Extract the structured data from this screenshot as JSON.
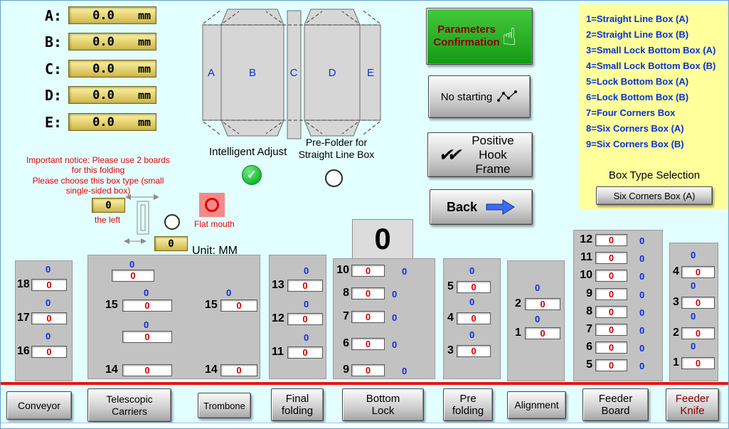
{
  "icons": {
    "check": "✓",
    "double_check": "✔✔",
    "hand": "☝"
  },
  "dimensions": {
    "rows": [
      {
        "label": "A:",
        "value": "0.0",
        "unit": "mm"
      },
      {
        "label": "B:",
        "value": "0.0",
        "unit": "mm"
      },
      {
        "label": "C:",
        "value": "0.0",
        "unit": "mm"
      },
      {
        "label": "D:",
        "value": "0.0",
        "unit": "mm"
      },
      {
        "label": "E:",
        "value": "0.0",
        "unit": "mm"
      }
    ]
  },
  "diagram": {
    "panel_a": "A",
    "panel_b": "B",
    "panel_c": "C",
    "panel_d": "D",
    "panel_e": "E"
  },
  "toggles": {
    "intelligent_adjust_label": "Intelligent Adjust",
    "pre_folder_label": "Pre-Folder for Straight Line Box"
  },
  "action_buttons": {
    "parameters_confirmation": "Parameters Confirmation",
    "no_starting": "No starting",
    "positive_hook_frame": "Positive Hook Frame",
    "back": "Back"
  },
  "box_type_panel": {
    "items": [
      "1=Straight Line Box (A)",
      "2=Straight Line Box (B)",
      "3=Small Lock Bottom Box (A)",
      "4=Small Lock Bottom Box (B)",
      "5=Lock Bottom Box (A)",
      "6=Lock Bottom Box (B)",
      "7=Four Corners Box",
      "8=Six Corners Box (A)",
      "9=Six Corners Box (B)"
    ],
    "selection_label": "Box Type Selection",
    "selected": "Six Corners Box (A)"
  },
  "notices": {
    "use_two_boards": "Important notice: Please use 2 boards for this folding",
    "choose_box_type": "Please choose this box type (small single-sided box)",
    "the_left": "the left",
    "flat_mouth": "Flat mouth",
    "unit": "Unit: MM"
  },
  "offsets": {
    "left_value": "0",
    "bottom_value": "0"
  },
  "counter": "0",
  "params": {
    "conveyor": {
      "rows": [
        {
          "num": "18",
          "val": "0",
          "ind": "0"
        },
        {
          "num": "17",
          "val": "0",
          "ind": "0"
        },
        {
          "num": "16",
          "val": "0",
          "ind": "0"
        }
      ]
    },
    "telescopic": {
      "rows": [
        {
          "val": "0",
          "ind": "0"
        },
        {
          "num": "15",
          "val": "0",
          "ind": "0"
        },
        {
          "num": "15",
          "val": "0",
          "ind": "0"
        },
        {
          "val": "0",
          "ind": "0"
        },
        {
          "num": "14",
          "val": "0"
        },
        {
          "num": "14",
          "val": "0"
        }
      ]
    },
    "final_folding": {
      "rows": [
        {
          "num": "13",
          "val": "0",
          "ind": "0"
        },
        {
          "num": "12",
          "val": "0",
          "ind": "0"
        },
        {
          "num": "11",
          "val": "0",
          "ind": "0"
        }
      ]
    },
    "bottom_lock": {
      "rows": [
        {
          "num": "10",
          "val": "0",
          "ind": "0"
        },
        {
          "num": "8",
          "val": "0",
          "ind": "0"
        },
        {
          "num": "7",
          "val": "0",
          "ind": "0"
        },
        {
          "num": "6",
          "val": "0",
          "ind": "0"
        },
        {
          "num": "9",
          "val": "0",
          "ind": "0"
        }
      ]
    },
    "pre_folding": {
      "rows": [
        {
          "num": "5",
          "val": "0",
          "ind": "0"
        },
        {
          "num": "4",
          "val": "0",
          "ind": "0"
        },
        {
          "num": "3",
          "val": "0",
          "ind": "0"
        }
      ]
    },
    "alignment": {
      "rows": [
        {
          "num": "2",
          "val": "0",
          "ind": "0"
        },
        {
          "num": "1",
          "val": "0",
          "ind": "0"
        }
      ]
    },
    "feeder_board": {
      "rows": [
        {
          "num": "12",
          "val": "0",
          "ind": "0"
        },
        {
          "num": "11",
          "val": "0",
          "ind": "0"
        },
        {
          "num": "10",
          "val": "0",
          "ind": "0"
        },
        {
          "num": "9",
          "val": "0",
          "ind": "0"
        },
        {
          "num": "8",
          "val": "0",
          "ind": "0"
        },
        {
          "num": "7",
          "val": "0",
          "ind": "0"
        },
        {
          "num": "6",
          "val": "0",
          "ind": "0"
        },
        {
          "num": "5",
          "val": "0",
          "ind": "0"
        }
      ]
    },
    "feeder_knife": {
      "rows": [
        {
          "num": "4",
          "val": "0",
          "ind": "0"
        },
        {
          "num": "3",
          "val": "0",
          "ind": "0"
        },
        {
          "num": "2",
          "val": "0",
          "ind": "0"
        },
        {
          "num": "1",
          "val": "0",
          "ind": "0"
        }
      ]
    }
  },
  "bottom_buttons": [
    "Conveyor",
    "Telescopic Carriers",
    "Trombone",
    "Final folding",
    "Bottom Lock",
    "Pre folding",
    "Alignment",
    "Feeder Board",
    "Feeder Knife"
  ]
}
